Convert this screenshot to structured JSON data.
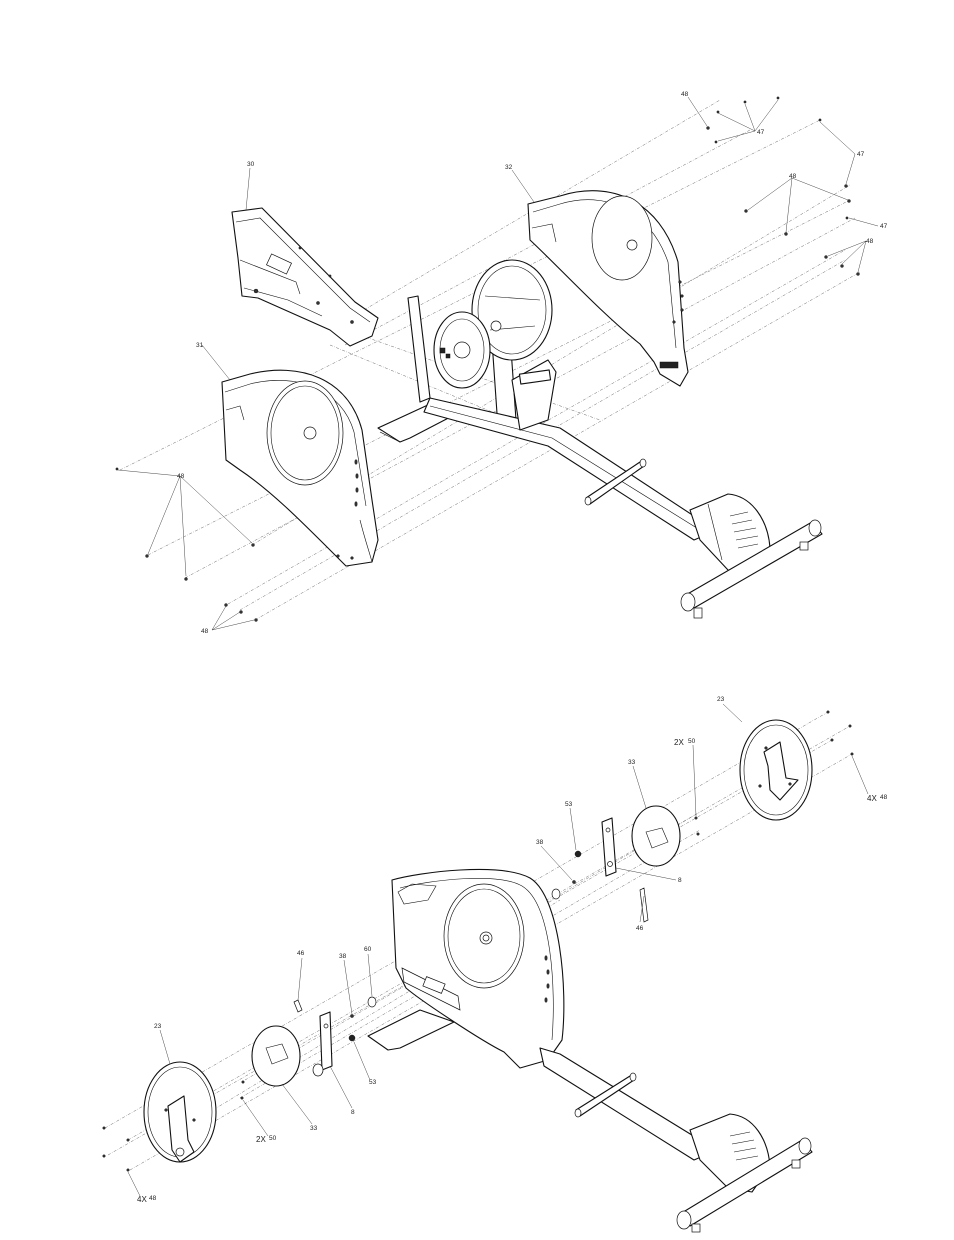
{
  "labels_top": {
    "l48_tr": "48",
    "l47_a": "47",
    "l47_b": "47",
    "l47_c": "47",
    "l48_r1": "48",
    "l48_r2": "48",
    "l30": "30",
    "l32": "32",
    "l31": "31",
    "l48_l1": "48",
    "l48_l2": "48"
  },
  "labels_bottom": {
    "l23_r": "23",
    "l2x50_r_a": "2X",
    "l2x50_r_b": "50",
    "l33_r": "33",
    "l4x48_r_a": "4X",
    "l4x48_r_b": "48",
    "l53_r": "53",
    "l38_r": "38",
    "l8_r": "8",
    "l46_r": "46",
    "l46_l": "46",
    "l38_l": "38",
    "l60": "60",
    "l23_l": "23",
    "l53_l": "53",
    "l8_l": "8",
    "l33_l": "33",
    "l2x50_l_a": "2X",
    "l2x50_l_b": "50",
    "l4x48_l_a": "4X",
    "l4x48_l_b": "48"
  }
}
